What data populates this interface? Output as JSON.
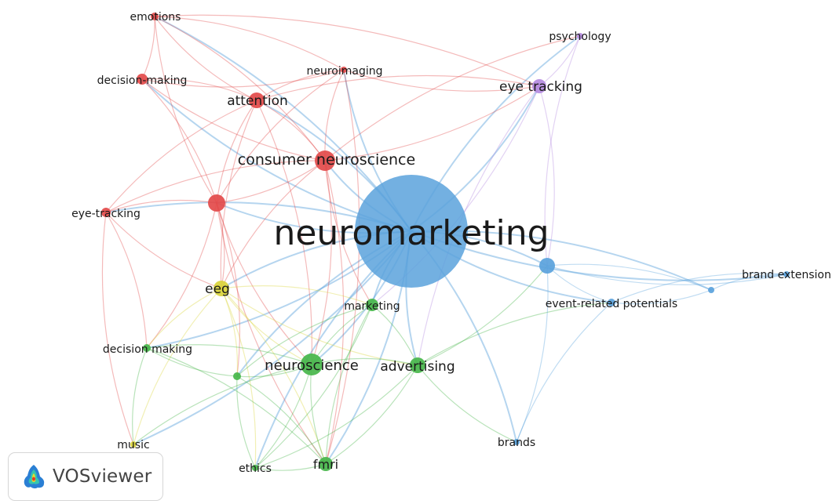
{
  "brand": {
    "name": "VOSviewer"
  },
  "clusters": {
    "red": "#e34a4a",
    "green": "#46b64a",
    "blue": "#5aa2dc",
    "yellow": "#d9d43a",
    "purple": "#b48ae0"
  },
  "nodes": [
    {
      "id": "neuromarketing",
      "label": "neuromarketing",
      "cluster": "blue"
    },
    {
      "id": "consumer_neuroscience",
      "label": "consumer neuroscience",
      "cluster": "red"
    },
    {
      "id": "attention",
      "label": "attention",
      "cluster": "red"
    },
    {
      "id": "decision_making_hy",
      "label": "decision-making",
      "cluster": "red"
    },
    {
      "id": "emotions",
      "label": "emotions",
      "cluster": "red"
    },
    {
      "id": "neuroimaging",
      "label": "neuroimaging",
      "cluster": "red"
    },
    {
      "id": "eye_tracking_hy",
      "label": "eye-tracking",
      "cluster": "red"
    },
    {
      "id": "red_hub",
      "label": "",
      "cluster": "red"
    },
    {
      "id": "eye_tracking",
      "label": "eye tracking",
      "cluster": "purple"
    },
    {
      "id": "psychology",
      "label": "psychology",
      "cluster": "purple"
    },
    {
      "id": "eeg",
      "label": "eeg",
      "cluster": "yellow"
    },
    {
      "id": "music",
      "label": "music",
      "cluster": "yellow"
    },
    {
      "id": "marketing",
      "label": "marketing",
      "cluster": "green"
    },
    {
      "id": "neuroscience",
      "label": "neuroscience",
      "cluster": "green"
    },
    {
      "id": "advertising",
      "label": "advertising",
      "cluster": "green"
    },
    {
      "id": "decision_making",
      "label": "decision making",
      "cluster": "green"
    },
    {
      "id": "green_small",
      "label": "",
      "cluster": "green"
    },
    {
      "id": "fmri",
      "label": "fmri",
      "cluster": "green"
    },
    {
      "id": "ethics",
      "label": "ethics",
      "cluster": "green"
    },
    {
      "id": "blue_hub",
      "label": "",
      "cluster": "blue"
    },
    {
      "id": "erp",
      "label": "event-related potentials",
      "cluster": "blue"
    },
    {
      "id": "blue_small",
      "label": "",
      "cluster": "blue"
    },
    {
      "id": "brand_extension",
      "label": "brand extension",
      "cluster": "blue"
    },
    {
      "id": "brands",
      "label": "brands",
      "cluster": "blue"
    }
  ],
  "links": [
    [
      "neuromarketing",
      "consumer_neuroscience"
    ],
    [
      "neuromarketing",
      "attention"
    ],
    [
      "neuromarketing",
      "decision_making_hy"
    ],
    [
      "neuromarketing",
      "emotions"
    ],
    [
      "neuromarketing",
      "neuroimaging"
    ],
    [
      "neuromarketing",
      "eye_tracking_hy"
    ],
    [
      "neuromarketing",
      "red_hub"
    ],
    [
      "neuromarketing",
      "eye_tracking"
    ],
    [
      "neuromarketing",
      "psychology"
    ],
    [
      "neuromarketing",
      "eeg"
    ],
    [
      "neuromarketing",
      "music"
    ],
    [
      "neuromarketing",
      "marketing"
    ],
    [
      "neuromarketing",
      "neuroscience"
    ],
    [
      "neuromarketing",
      "advertising"
    ],
    [
      "neuromarketing",
      "decision_making"
    ],
    [
      "neuromarketing",
      "green_small"
    ],
    [
      "neuromarketing",
      "fmri"
    ],
    [
      "neuromarketing",
      "ethics"
    ],
    [
      "neuromarketing",
      "blue_hub"
    ],
    [
      "neuromarketing",
      "erp"
    ],
    [
      "neuromarketing",
      "blue_small"
    ],
    [
      "neuromarketing",
      "brand_extension"
    ],
    [
      "neuromarketing",
      "brands"
    ],
    [
      "consumer_neuroscience",
      "attention"
    ],
    [
      "consumer_neuroscience",
      "decision_making_hy"
    ],
    [
      "consumer_neuroscience",
      "emotions"
    ],
    [
      "consumer_neuroscience",
      "neuroimaging"
    ],
    [
      "consumer_neuroscience",
      "eye_tracking_hy"
    ],
    [
      "consumer_neuroscience",
      "red_hub"
    ],
    [
      "consumer_neuroscience",
      "eye_tracking"
    ],
    [
      "consumer_neuroscience",
      "neuroscience"
    ],
    [
      "consumer_neuroscience",
      "eeg"
    ],
    [
      "consumer_neuroscience",
      "fmri"
    ],
    [
      "consumer_neuroscience",
      "marketing"
    ],
    [
      "consumer_neuroscience",
      "psychology"
    ],
    [
      "attention",
      "decision_making_hy"
    ],
    [
      "attention",
      "emotions"
    ],
    [
      "attention",
      "red_hub"
    ],
    [
      "attention",
      "eye_tracking"
    ],
    [
      "attention",
      "eye_tracking_hy"
    ],
    [
      "attention",
      "neuroimaging"
    ],
    [
      "attention",
      "eeg"
    ],
    [
      "attention",
      "neuroscience"
    ],
    [
      "decision_making_hy",
      "emotions"
    ],
    [
      "decision_making_hy",
      "red_hub"
    ],
    [
      "decision_making_hy",
      "neuroimaging"
    ],
    [
      "emotions",
      "neuroimaging"
    ],
    [
      "emotions",
      "red_hub"
    ],
    [
      "emotions",
      "eye_tracking"
    ],
    [
      "neuroimaging",
      "red_hub"
    ],
    [
      "neuroimaging",
      "fmri"
    ],
    [
      "neuroimaging",
      "eye_tracking"
    ],
    [
      "eye_tracking_hy",
      "red_hub"
    ],
    [
      "eye_tracking_hy",
      "eeg"
    ],
    [
      "eye_tracking_hy",
      "decision_making"
    ],
    [
      "eye_tracking_hy",
      "music"
    ],
    [
      "red_hub",
      "eeg"
    ],
    [
      "red_hub",
      "neuroscience"
    ],
    [
      "red_hub",
      "green_small"
    ],
    [
      "red_hub",
      "fmri"
    ],
    [
      "red_hub",
      "decision_making"
    ],
    [
      "eye_tracking",
      "psychology"
    ],
    [
      "eye_tracking",
      "blue_hub"
    ],
    [
      "eye_tracking",
      "advertising"
    ],
    [
      "eye_tracking",
      "marketing"
    ],
    [
      "eeg",
      "neuroscience"
    ],
    [
      "eeg",
      "marketing"
    ],
    [
      "eeg",
      "advertising"
    ],
    [
      "eeg",
      "fmri"
    ],
    [
      "eeg",
      "music"
    ],
    [
      "eeg",
      "green_small"
    ],
    [
      "eeg",
      "decision_making"
    ],
    [
      "eeg",
      "ethics"
    ],
    [
      "marketing",
      "neuroscience"
    ],
    [
      "marketing",
      "advertising"
    ],
    [
      "marketing",
      "fmri"
    ],
    [
      "marketing",
      "ethics"
    ],
    [
      "marketing",
      "green_small"
    ],
    [
      "neuroscience",
      "advertising"
    ],
    [
      "neuroscience",
      "fmri"
    ],
    [
      "neuroscience",
      "ethics"
    ],
    [
      "neuroscience",
      "decision_making"
    ],
    [
      "neuroscience",
      "green_small"
    ],
    [
      "neuroscience",
      "music"
    ],
    [
      "advertising",
      "fmri"
    ],
    [
      "advertising",
      "blue_hub"
    ],
    [
      "advertising",
      "erp"
    ],
    [
      "advertising",
      "brands"
    ],
    [
      "advertising",
      "ethics"
    ],
    [
      "decision_making",
      "green_small"
    ],
    [
      "decision_making",
      "fmri"
    ],
    [
      "decision_making",
      "music"
    ],
    [
      "green_small",
      "fmri"
    ],
    [
      "green_small",
      "ethics"
    ],
    [
      "fmri",
      "ethics"
    ],
    [
      "blue_hub",
      "erp"
    ],
    [
      "blue_hub",
      "blue_small"
    ],
    [
      "blue_hub",
      "brand_extension"
    ],
    [
      "blue_hub",
      "brands"
    ],
    [
      "erp",
      "blue_small"
    ],
    [
      "erp",
      "brand_extension"
    ],
    [
      "erp",
      "brands"
    ],
    [
      "blue_small",
      "brand_extension"
    ],
    [
      "psychology",
      "blue_hub"
    ]
  ]
}
